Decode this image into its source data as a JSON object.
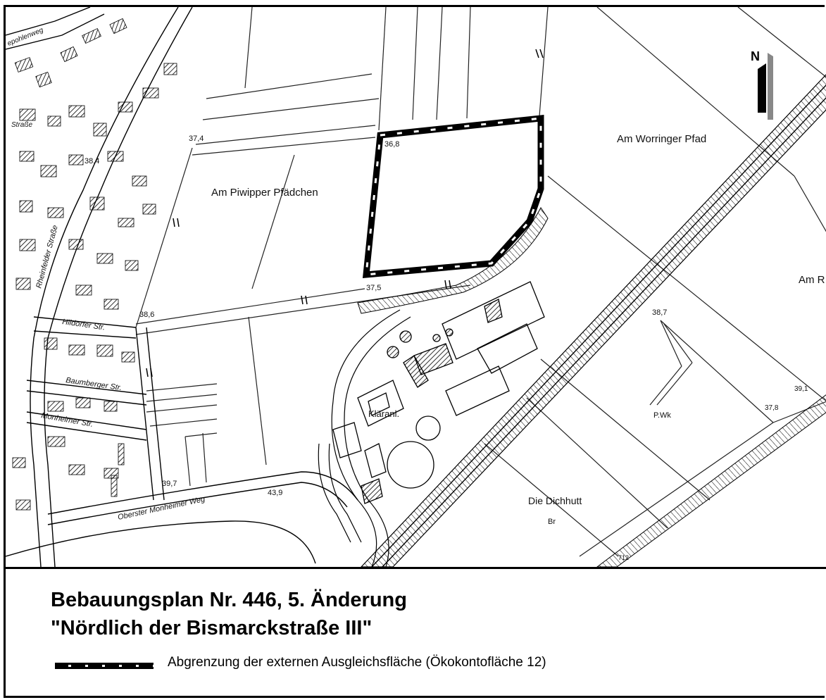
{
  "map": {
    "north_letter": "N",
    "labels": {
      "am_worringer_pfad": "Am Worringer Pfad",
      "am_piwipper_pfaedchen": "Am Piwipper Pfädchen",
      "am_r": "Am R",
      "klaeranl": "Kläranl.",
      "die_dichhutt": "Die Dichhutt",
      "p_wk": "P.Wk",
      "br": "Br",
      "hildorfer_str": "Hildorfer Str.",
      "baumberger_str": "Baumberger Str.",
      "monheimer_str": "Monheimer Str.",
      "rheinfelder_strasse": "Rheinfelder Straße",
      "oberster_monheimer_weg": "Oberster Monheimer Weg",
      "strasse_top": "Straße",
      "steinweg_top": "epohlenweg"
    },
    "elevations": {
      "e37_4": "37,4",
      "e38_4": "38,4",
      "e36_8": "36,8",
      "e37_5": "37,5",
      "e38_6": "38,6",
      "e38_7": "38,7",
      "e39_1": "39,1",
      "e37_8": "37,8",
      "e39_7": "39,7",
      "e43_9": "43,9",
      "e712": "712"
    },
    "colors": {
      "boundary": "#000000",
      "line": "#222222"
    }
  },
  "legend": {
    "title_line1": "Bebauungsplan Nr. 446, 5. Änderung",
    "title_line2": "\"Nördlich der Bismarckstraße III\"",
    "boundary_description": "Abgrenzung der externen Ausgleichsfläche (Ökokontofläche 12)"
  }
}
